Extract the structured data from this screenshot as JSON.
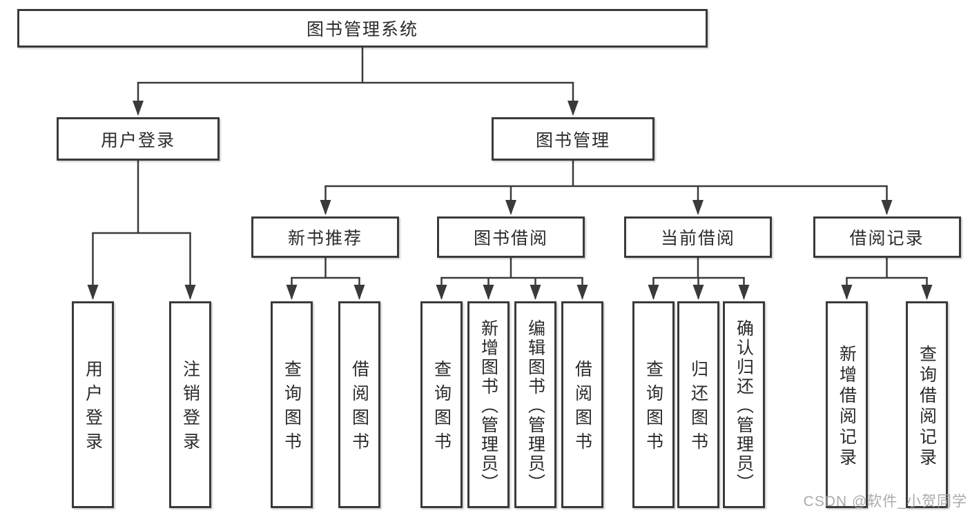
{
  "diagram": {
    "root": "图书管理系统",
    "level2": {
      "user_login": "用户登录",
      "book_management": "图书管理"
    },
    "level3": {
      "new_book_recommend": "新书推荐",
      "book_borrowing": "图书借阅",
      "current_borrowing": "当前借阅",
      "borrowing_records": "借阅记录"
    },
    "leaves": {
      "user_login": "用户登录",
      "logout": "注销登录",
      "nb_query": "查询图书",
      "nb_borrow": "借阅图书",
      "bb_query": "查询图书",
      "bb_add": "新增图书（管理员）",
      "bb_edit": "编辑图书（管理员）",
      "bb_borrow": "借阅图书",
      "cb_query": "查询图书",
      "cb_return": "归还图书",
      "cb_confirm": "确认归还（管理员）",
      "br_add": "新增借阅记录",
      "br_query": "查询借阅记录"
    },
    "watermark": "CSDN @软件_小贺同学",
    "colors": {
      "line": "#3a3a3a",
      "text": "#2b2b2b",
      "background": "#ffffff",
      "watermark": "#a3a3a3"
    }
  }
}
